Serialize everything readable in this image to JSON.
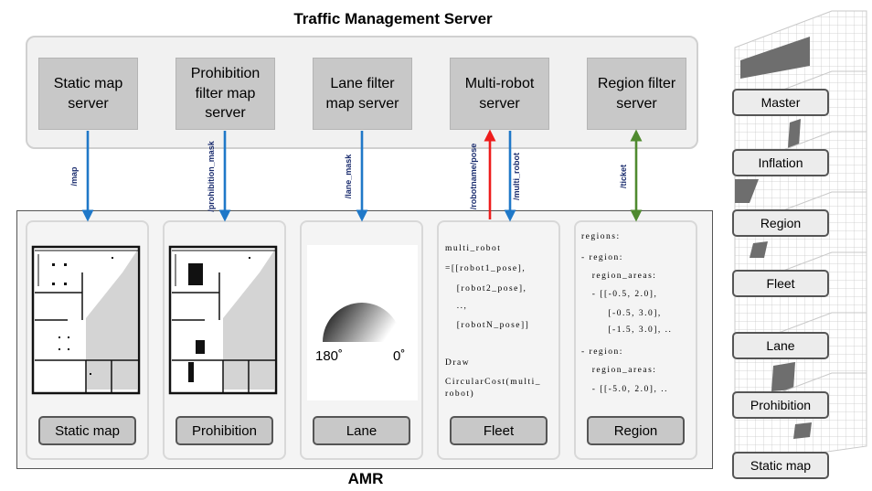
{
  "title": "Traffic Management Server",
  "amr_label": "AMR",
  "servers": [
    {
      "label": "Static map server"
    },
    {
      "label": "Prohibition filter map server"
    },
    {
      "label": "Lane filter map server"
    },
    {
      "label": "Multi-robot server"
    },
    {
      "label": "Region filter server"
    }
  ],
  "topics": {
    "map": "/map",
    "prohibition_mask": "/prohibition_mask",
    "lane_mask": "/lane_mask",
    "robotname_pose": "/robotname/pose",
    "multi_robot": "/multi_robot",
    "ticket": "/ticket"
  },
  "layers": [
    {
      "label": "Static map"
    },
    {
      "label": "Prohibition"
    },
    {
      "label": "Lane"
    },
    {
      "label": "Fleet"
    },
    {
      "label": "Region"
    }
  ],
  "lane": {
    "left_angle": "180˚",
    "right_angle": "0˚"
  },
  "fleet_code": [
    "multi_robot",
    "=[[robot1_pose],",
    "  [robot2_pose],",
    "  ..,",
    "  [robotN_pose]]",
    "",
    "Draw",
    "CircularCost(multi_",
    "robot)"
  ],
  "region_code": [
    "regions:",
    "- region:",
    "  region_areas:",
    "  - [[-0.5, 2.0],",
    "     [-0.5, 3.0],",
    "     [-1.5, 3.0], ..",
    "- region:",
    "  region_areas:",
    "  - [[-5.0, 2.0], .."
  ],
  "layer_stack": [
    {
      "label": "Master"
    },
    {
      "label": "Inflation"
    },
    {
      "label": "Region"
    },
    {
      "label": "Fleet"
    },
    {
      "label": "Lane"
    },
    {
      "label": "Prohibition"
    },
    {
      "label": "Static map"
    }
  ],
  "colors": {
    "arrow_blue": "#1f78c8",
    "arrow_red": "#ee1c1c",
    "arrow_green": "#4f8a2f",
    "topic_text": "#1a2c6e"
  }
}
